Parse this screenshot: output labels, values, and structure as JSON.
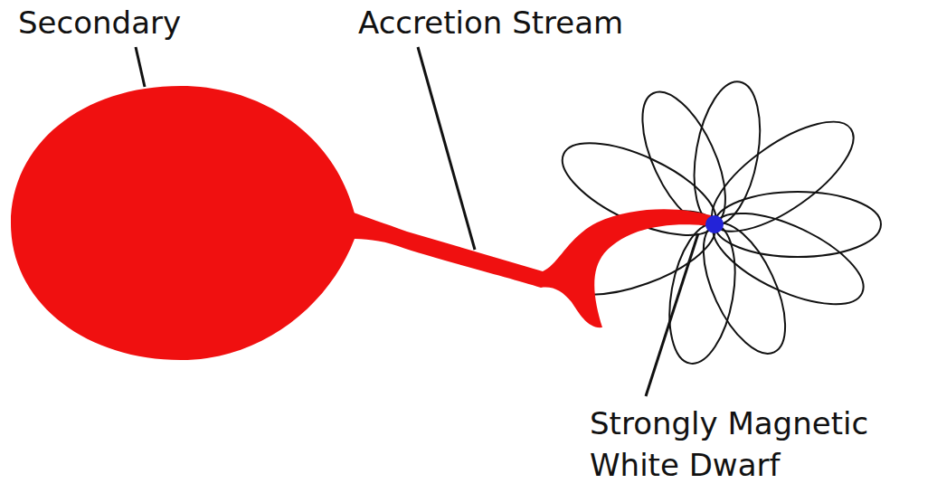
{
  "diagram": {
    "labels": [
      "Secondary",
      "Accretion Stream",
      "Strongly Magnetic White Dwarf"
    ]
  }
}
